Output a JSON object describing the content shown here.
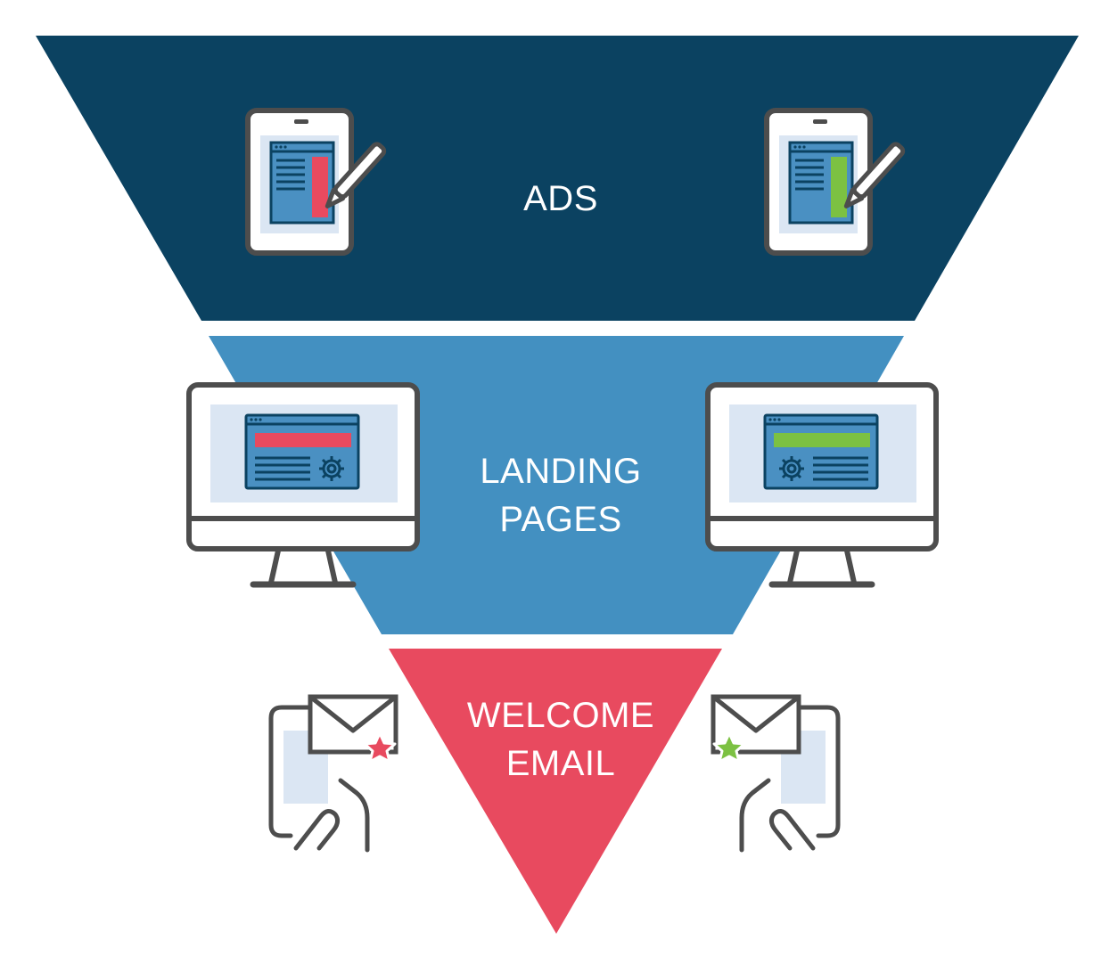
{
  "funnel": {
    "stages": [
      {
        "lines": [
          "ADS"
        ],
        "color": "#0b4261",
        "accent_left": "#e84a5f",
        "accent_right": "#7cc142"
      },
      {
        "lines": [
          "LANDING",
          "PAGES"
        ],
        "color": "#4390c1",
        "accent_left": "#e84a5f",
        "accent_right": "#7cc142"
      },
      {
        "lines": [
          "WELCOME",
          "EMAIL"
        ],
        "color": "#e84a5f",
        "accent_left": "#e84a5f",
        "accent_right": "#7cc142"
      }
    ]
  },
  "colors": {
    "icon_outline": "#4d4d4d",
    "icon_screen": "#4a90c2",
    "icon_screen_bg": "#dbe6f3",
    "icon_dark": "#0b4261"
  },
  "icons": {
    "ads_left": "tablet-pen-icon",
    "ads_right": "tablet-pen-icon",
    "landing_left": "desktop-monitor-icon",
    "landing_right": "desktop-monitor-icon",
    "email_left": "phone-email-star-icon",
    "email_right": "phone-email-star-icon"
  }
}
